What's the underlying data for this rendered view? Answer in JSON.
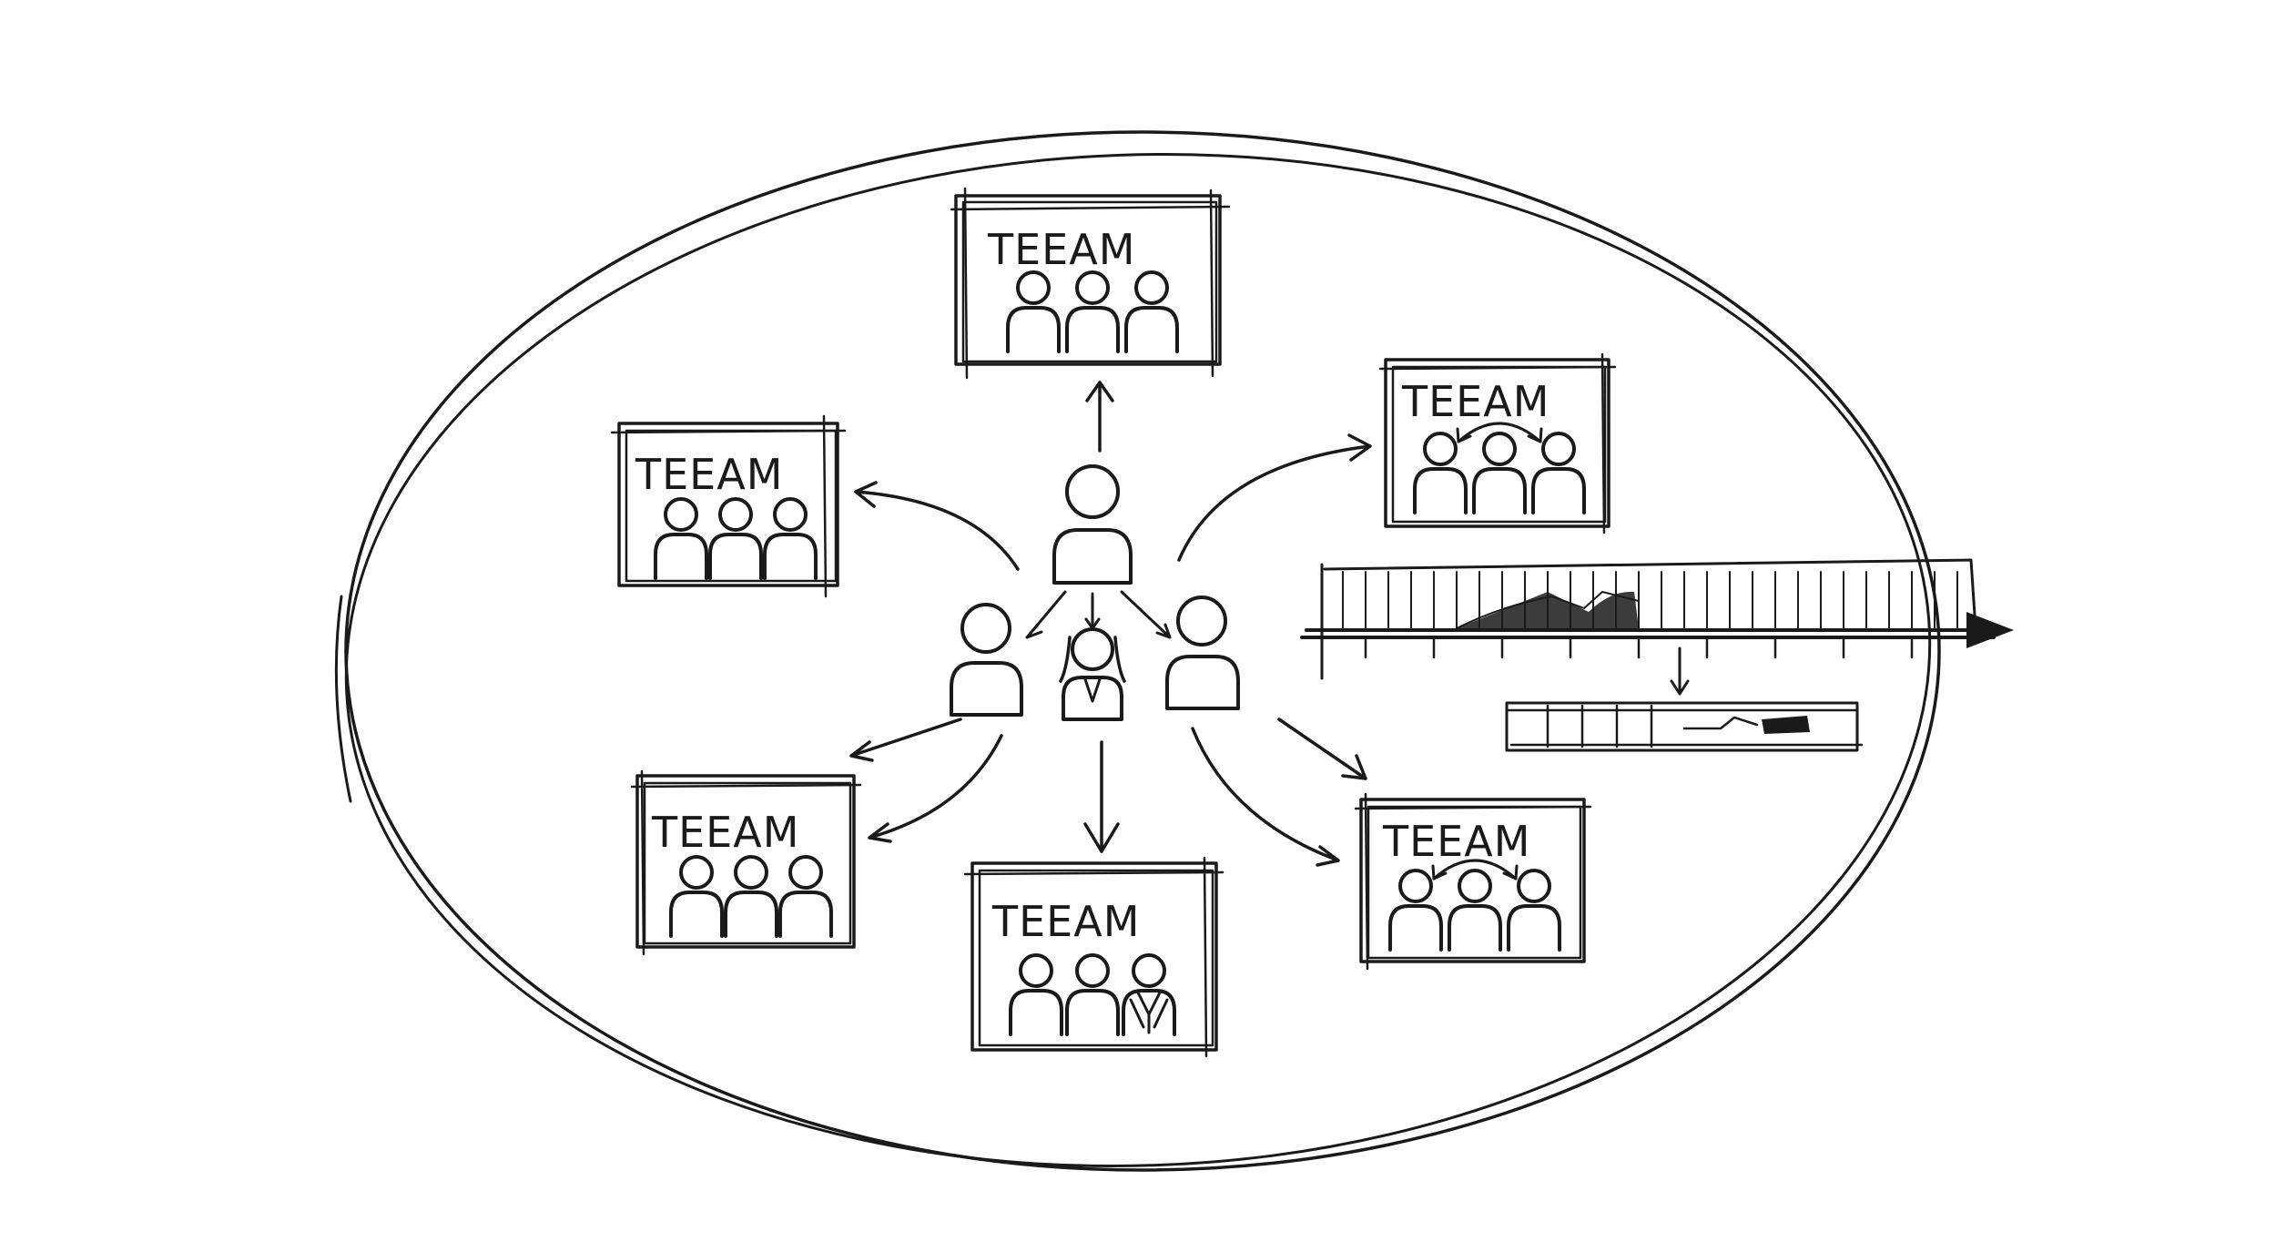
{
  "teams": [
    {
      "label": "TEEAM",
      "variant": "plain"
    },
    {
      "label": "TEEAM",
      "variant": "plain"
    },
    {
      "label": "TEEAM",
      "variant": "plain"
    },
    {
      "label": "TEEAM",
      "variant": "suit-right"
    },
    {
      "label": "TEEAM",
      "variant": "swap-arrows"
    },
    {
      "label": "TEEAM",
      "variant": "swap-arrows"
    }
  ],
  "colors": {
    "ink": "#1a1a1a",
    "background": "#ffffff"
  }
}
